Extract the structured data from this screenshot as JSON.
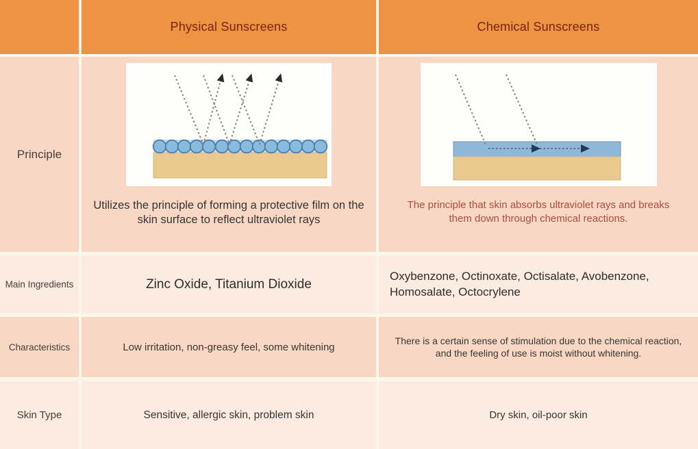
{
  "header": {
    "corner": "",
    "physical": "Physical Sunscreens",
    "chemical": "Chemical Sunscreens"
  },
  "rows": {
    "principle": {
      "label": "Principle",
      "physical_text": "Utilizes the principle of forming a protective film on the skin surface to reflect ultraviolet rays",
      "chemical_text": "The principle that skin absorbs ultraviolet rays and breaks them down through chemical reactions.",
      "physical_diagram": "uv-rays-reflected-by-mineral-particle-film-on-skin",
      "chemical_diagram": "uv-rays-absorbed-into-chemical-film-on-skin"
    },
    "main_ingredients": {
      "label": "Main Ingredients",
      "physical": "Zinc Oxide, Titanium Dioxide",
      "chemical": "Oxybenzone, Octinoxate, Octisalate, Avobenzone, Homosalate, Octocrylene"
    },
    "characteristics": {
      "label": "Characteristics",
      "physical": "Low irritation, non-greasy feel, some whitening",
      "chemical": "There is a certain sense of stimulation due to the chemical reaction, and the feeling of use is moist without whitening."
    },
    "skin_type": {
      "label": "Skin Type",
      "physical": "Sensitive, allergic skin, problem skin",
      "chemical": "Dry skin, oil-poor skin"
    }
  },
  "colors": {
    "header_orange": "#ee9244",
    "header_text": "#76260f",
    "row_dark_peach": "#f9d7c5",
    "row_light_peach": "#fcebe1",
    "grid_gap_cream": "#fdf6ea",
    "chemical_accent_text": "#ae4b40",
    "skin_tan": "#eac98f",
    "film_blue": "#8fb8d8",
    "particle_blue": "#8abade",
    "ray_gray": "#828282"
  }
}
